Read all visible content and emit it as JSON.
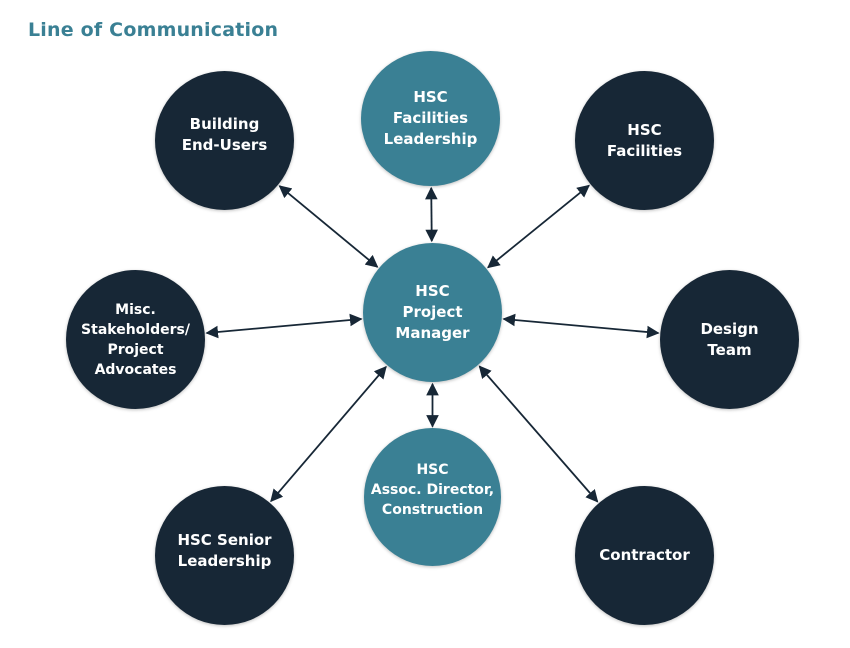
{
  "title": "Line of Communication",
  "colors": {
    "title": "#3a8094",
    "dark_node": "#172736",
    "teal_node": "#3a8094",
    "arrow": "#172736"
  },
  "center": {
    "id": "pm",
    "label": "HSC\nProject\nManager",
    "style": "teal"
  },
  "nodes": [
    {
      "id": "facilities-leadership",
      "label": "HSC\nFacilities\nLeadership",
      "style": "teal"
    },
    {
      "id": "facilities",
      "label": "HSC\nFacilities",
      "style": "dark"
    },
    {
      "id": "design-team",
      "label": "Design\nTeam",
      "style": "dark"
    },
    {
      "id": "contractor",
      "label": "Contractor",
      "style": "dark"
    },
    {
      "id": "assoc-director",
      "label": "HSC\nAssoc. Director,\nConstruction",
      "style": "teal"
    },
    {
      "id": "senior-leadership",
      "label": "HSC Senior\nLeadership",
      "style": "dark"
    },
    {
      "id": "misc-stakeholders",
      "label": "Misc.\nStakeholders/\nProject\nAdvocates",
      "style": "dark"
    },
    {
      "id": "building-end-users",
      "label": "Building\nEnd-Users",
      "style": "dark"
    }
  ],
  "edges": [
    {
      "from": "pm",
      "to": "facilities-leadership",
      "direction": "both"
    },
    {
      "from": "pm",
      "to": "facilities",
      "direction": "both"
    },
    {
      "from": "pm",
      "to": "design-team",
      "direction": "both"
    },
    {
      "from": "pm",
      "to": "contractor",
      "direction": "both"
    },
    {
      "from": "pm",
      "to": "assoc-director",
      "direction": "both"
    },
    {
      "from": "pm",
      "to": "senior-leadership",
      "direction": "both"
    },
    {
      "from": "pm",
      "to": "misc-stakeholders",
      "direction": "both"
    },
    {
      "from": "pm",
      "to": "building-end-users",
      "direction": "both"
    }
  ]
}
